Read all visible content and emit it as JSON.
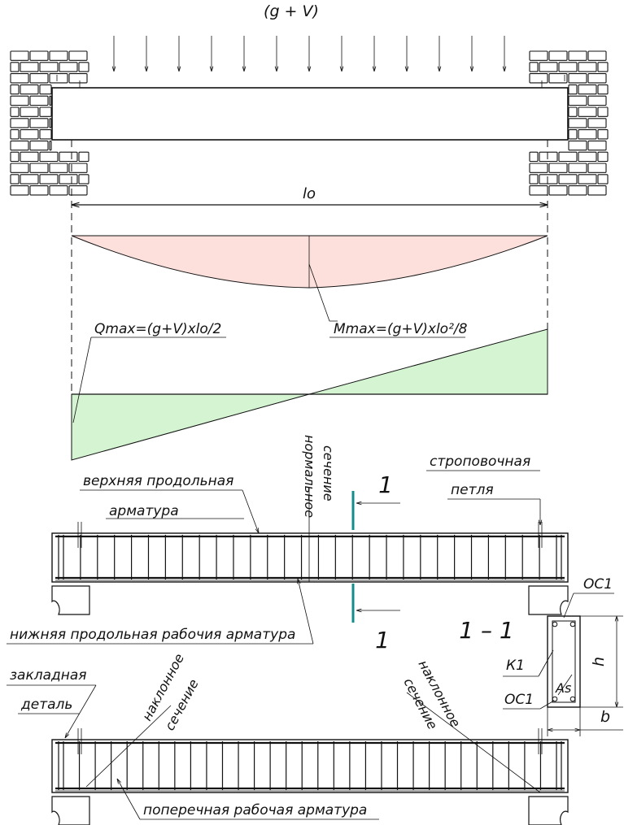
{
  "labels": {
    "load": "(g + V)",
    "span": "lo",
    "moment_formula": "Mmax=(g+V)xlo²/8",
    "shear_formula": "Qmax=(g+V)xlo/2",
    "normal_section": "нормальное сечение",
    "section_mark": "1",
    "top_rebar_1": "верхняя продольная",
    "top_rebar_2": "арматура",
    "lifting_loop_1": "строповочная",
    "lifting_loop_2": "петля",
    "bottom_rebar": "нижняя продольная рабочия арматура",
    "section_title": "1 – 1",
    "embedded_1": "закладная",
    "embedded_2": "деталь",
    "inclined_section_left_1": "наклонное",
    "inclined_section_left_2": "сечение",
    "inclined_section_right_1": "наклонное",
    "inclined_section_right_2": "сечение",
    "transverse_rebar": "поперечная рабочая арматура",
    "oc1_top": "ОС1",
    "k1": "К1",
    "oc1_bottom": "ОС1",
    "as": "As",
    "h": "h",
    "b": "b"
  },
  "colors": {
    "moment_fill": "#fde0dc",
    "shear_fill": "#d5f5d2",
    "section_marker": "#138c8c",
    "line": "#111111"
  }
}
